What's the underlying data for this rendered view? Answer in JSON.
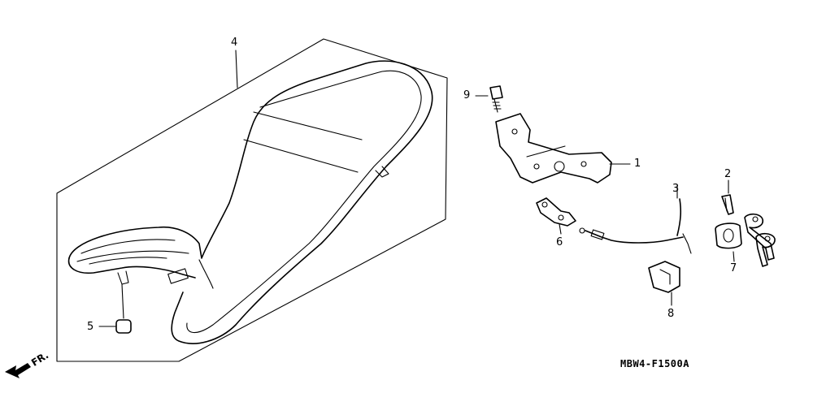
{
  "diagram": {
    "diagram_code": "MBW4-F1500A",
    "direction_label": "FR.",
    "callouts": [
      {
        "id": "c1",
        "label": "1"
      },
      {
        "id": "c2",
        "label": "2"
      },
      {
        "id": "c3",
        "label": "3"
      },
      {
        "id": "c4",
        "label": "4"
      },
      {
        "id": "c5",
        "label": "5"
      },
      {
        "id": "c6",
        "label": "6"
      },
      {
        "id": "c7",
        "label": "7"
      },
      {
        "id": "c8",
        "label": "8"
      },
      {
        "id": "c9",
        "label": "9"
      }
    ]
  }
}
